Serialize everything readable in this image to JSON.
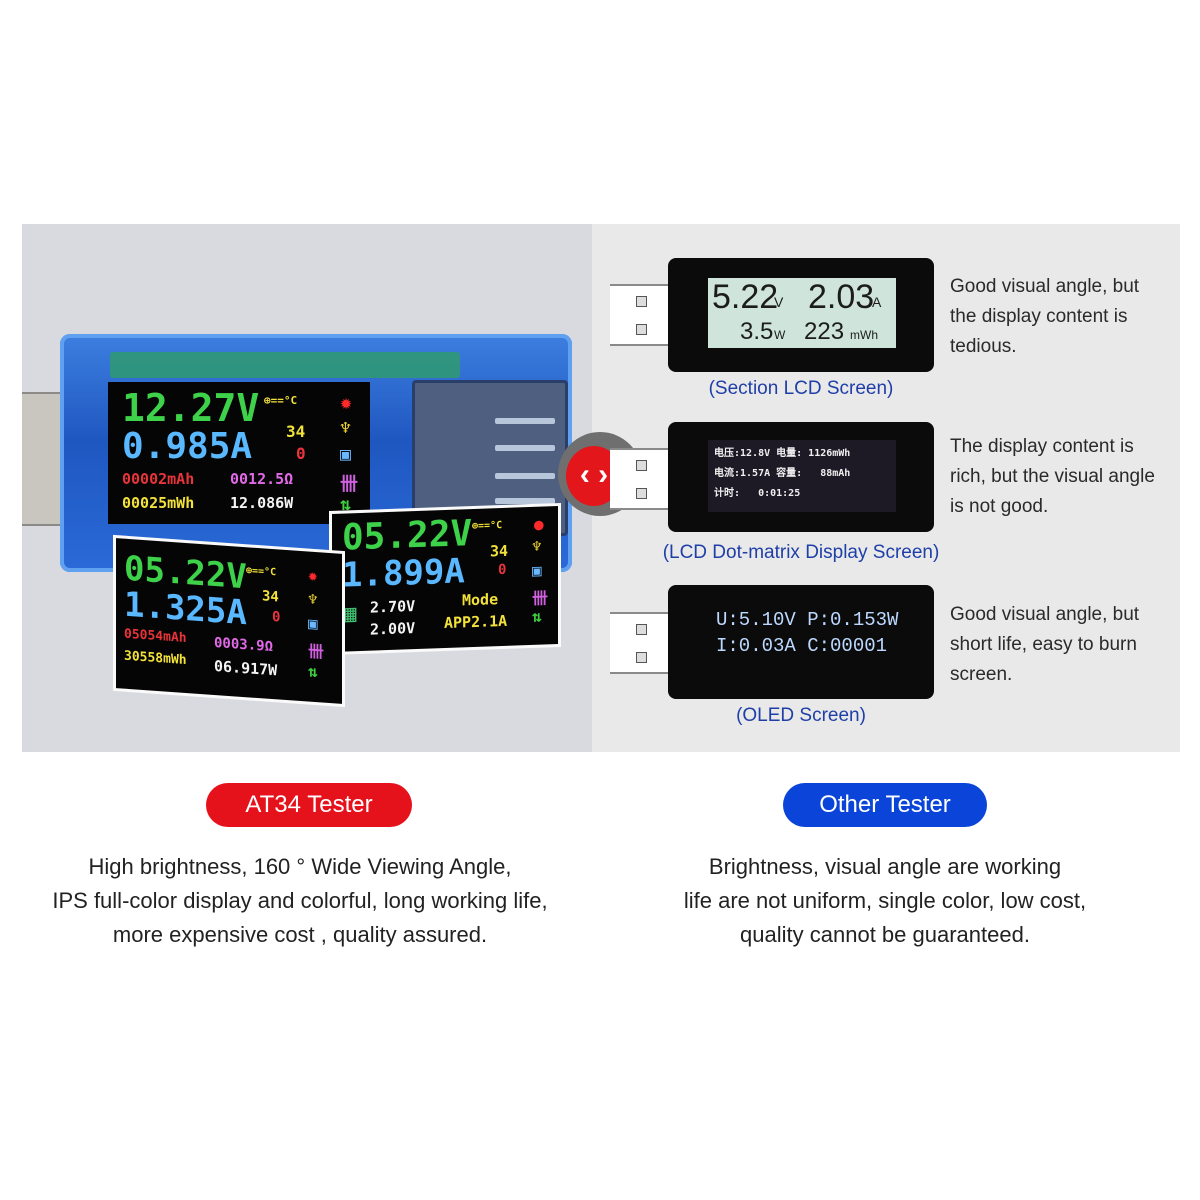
{
  "colors": {
    "left_panel_bg": "#d8dae0",
    "right_panel_bg": "#e9e9e9",
    "at34_pill": "#e5121c",
    "other_pill": "#0a44d8",
    "caption_blue": "#1f3fa8",
    "voltage_green": "#3ed24a",
    "current_blue": "#59b8ff"
  },
  "swap_icon": {
    "glyph": "‹ ›",
    "icon": "left-right-arrows-icon"
  },
  "at34": {
    "label": "AT34 Tester",
    "description": [
      "High brightness, 160 ° Wide Viewing Angle,",
      "IPS full-color display and colorful, long working life,",
      "more expensive cost , quality assured."
    ],
    "screens": {
      "main": {
        "voltage": "12.27V",
        "current": "0.985A",
        "temp_label": "⊕==°C",
        "temp": "34",
        "group": "0",
        "capacity": "00002mAh",
        "resistance": "0012.5Ω",
        "energy": "00025mWh",
        "power": "12.086W"
      },
      "front": {
        "voltage": "05.22V",
        "current": "1.325A",
        "temp_label": "⊕==°C",
        "temp": "34",
        "group": "0",
        "capacity": "05054mAh",
        "resistance": "0003.9Ω",
        "energy": "30558mWh",
        "power": "06.917W"
      },
      "mid": {
        "voltage": "05.22V",
        "current": "1.899A",
        "temp_label": "⊕==°C",
        "temp": "34",
        "group": "0",
        "dplus": "2.70V",
        "dminus": "2.00V",
        "mode_label": "Mode",
        "mode": "APP2.1A"
      }
    }
  },
  "other": {
    "label": "Other Tester",
    "description": [
      "Brightness, visual angle are working",
      "life are not uniform, single color, low cost,",
      "quality cannot be guaranteed."
    ],
    "devices": [
      {
        "caption": "(Section LCD Screen)",
        "note": [
          "Good visual angle, but",
          "the display content is",
          "tedious."
        ],
        "display": {
          "voltage": "5.22",
          "voltage_unit": "V",
          "current": "2.03",
          "current_unit": "A",
          "power": "3.5",
          "power_unit": "W",
          "energy": "223",
          "energy_unit": "mWh"
        }
      },
      {
        "caption": "(LCD Dot-matrix Display Screen)",
        "note": [
          "The display content is",
          "rich, but the visual angle",
          "is not good."
        ],
        "display": {
          "line1": "电压:12.8V 电量: 1126mWh",
          "line2": "电流:1.57A 容量:   88mAh",
          "line3": "计时:   0:01:25"
        }
      },
      {
        "caption": "(OLED Screen)",
        "note": [
          "Good visual angle, but",
          "short life, easy to burn",
          "screen."
        ],
        "display": {
          "line1": "U:5.10V P:0.153W",
          "line2": "I:0.03A C:00001"
        }
      }
    ]
  }
}
